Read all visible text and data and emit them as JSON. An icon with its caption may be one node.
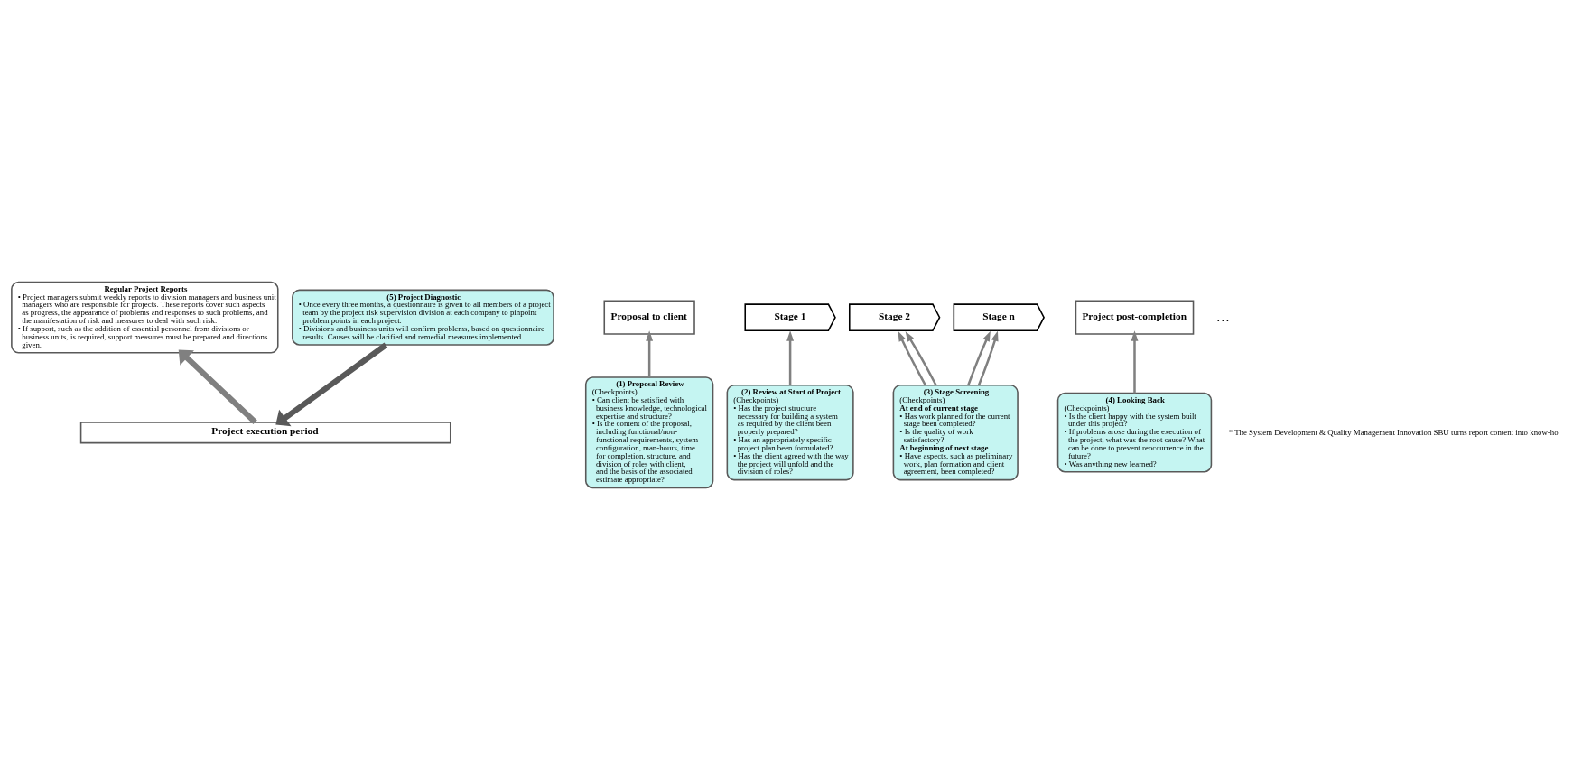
{
  "diagram": {
    "nodes": [
      {
        "text": [
          "Regular Project Reports",
          "• Project managers submit weekly reports to division managers and business unit managers who are responsible for projects. These reports cover such aspects as progress, the appearance of problems and responses to such problems, and the manifestation of risk and measures to deal with such risk.",
          "• If support, such as the addition of essential personnel from divisions or business units, is required, support measures must be prepared and directions given."
        ]
      },
      {
        "text": [
          "(5) Project Diagnostic",
          "• Once every three months, a questionnaire is given to all members of a project team by the project risk supervision division at each company to pinpoint problem points in each project.",
          "• Divisions and business units will confirm problems, based on questionnaire results. Causes will be clarified and remedial measures implemented."
        ]
      },
      {
        "text": [
          "Proposal to client"
        ]
      },
      {
        "text": [
          "Project execution period"
        ]
      },
      {
        "text": [
          "Stage 1"
        ]
      },
      {
        "text": [
          "Stage 2"
        ]
      },
      {
        "text": [
          "Stage n"
        ]
      },
      {
        "text": [
          "Project post-completion"
        ]
      },
      {
        "text": [
          "(1) Proposal Review",
          "(Checkpoints)",
          "• Can client be satisfied with business knowledge, technological expertise and structure?",
          "• Is the content of the proposal, including functional/non-functional requirements, system configuration, man-hours, time for completion, structure, and division of roles with client, and the basis of the associated estimate appropriate?"
        ]
      },
      {
        "text": [
          "(2) Review at Start of Project",
          "(Checkpoints)",
          "• Has the project structure necessary for building a system as required by the client been properly prepared?",
          "• Has an appropriately specific project plan been formulated?",
          "• Has the client agreed with the way the project will unfold and the division of roles?"
        ]
      },
      {
        "text": [
          "(3) Stage Screening",
          "(Checkpoints)",
          "At end of current stage",
          "• Has work planned for the current stage been completed?",
          "• Is the quality of work satisfactory?",
          "At beginning of next stage",
          "• Have aspects, such as preliminary work, plan formation and client agreement, been completed?"
        ]
      },
      {
        "text": [
          "(4) Looking Back",
          "(Checkpoints)",
          "• Is the client happy with the system built under this project?",
          "• If problems arose during the execution of the project, what was the root cause? What can be done to prevent reoccurrence in the future?",
          "• Was anything new learned?"
        ]
      }
    ],
    "edges": [
      {
        "from": 3,
        "to": 0,
        "arrow": "to",
        "style": "thick"
      },
      {
        "from": 1,
        "to": 3,
        "arrow": "to",
        "style": "thick",
        "color": "#595959"
      },
      {
        "from": 8,
        "to": 2,
        "arrow": "to"
      },
      {
        "from": 9,
        "to": 4,
        "arrow": "to"
      },
      {
        "from": 10,
        "to": 5,
        "arrow": "to"
      },
      {
        "from": 10,
        "to": 5,
        "arrow": "to"
      },
      {
        "from": 10,
        "to": 6,
        "arrow": "to"
      },
      {
        "from": 10,
        "to": 6,
        "arrow": "to"
      },
      {
        "from": 11,
        "to": 7,
        "arrow": "to"
      }
    ],
    "labels": [
      "…",
      "* The System Development & Quality Management Innovation SBU turns report content into know-ho"
    ]
  }
}
